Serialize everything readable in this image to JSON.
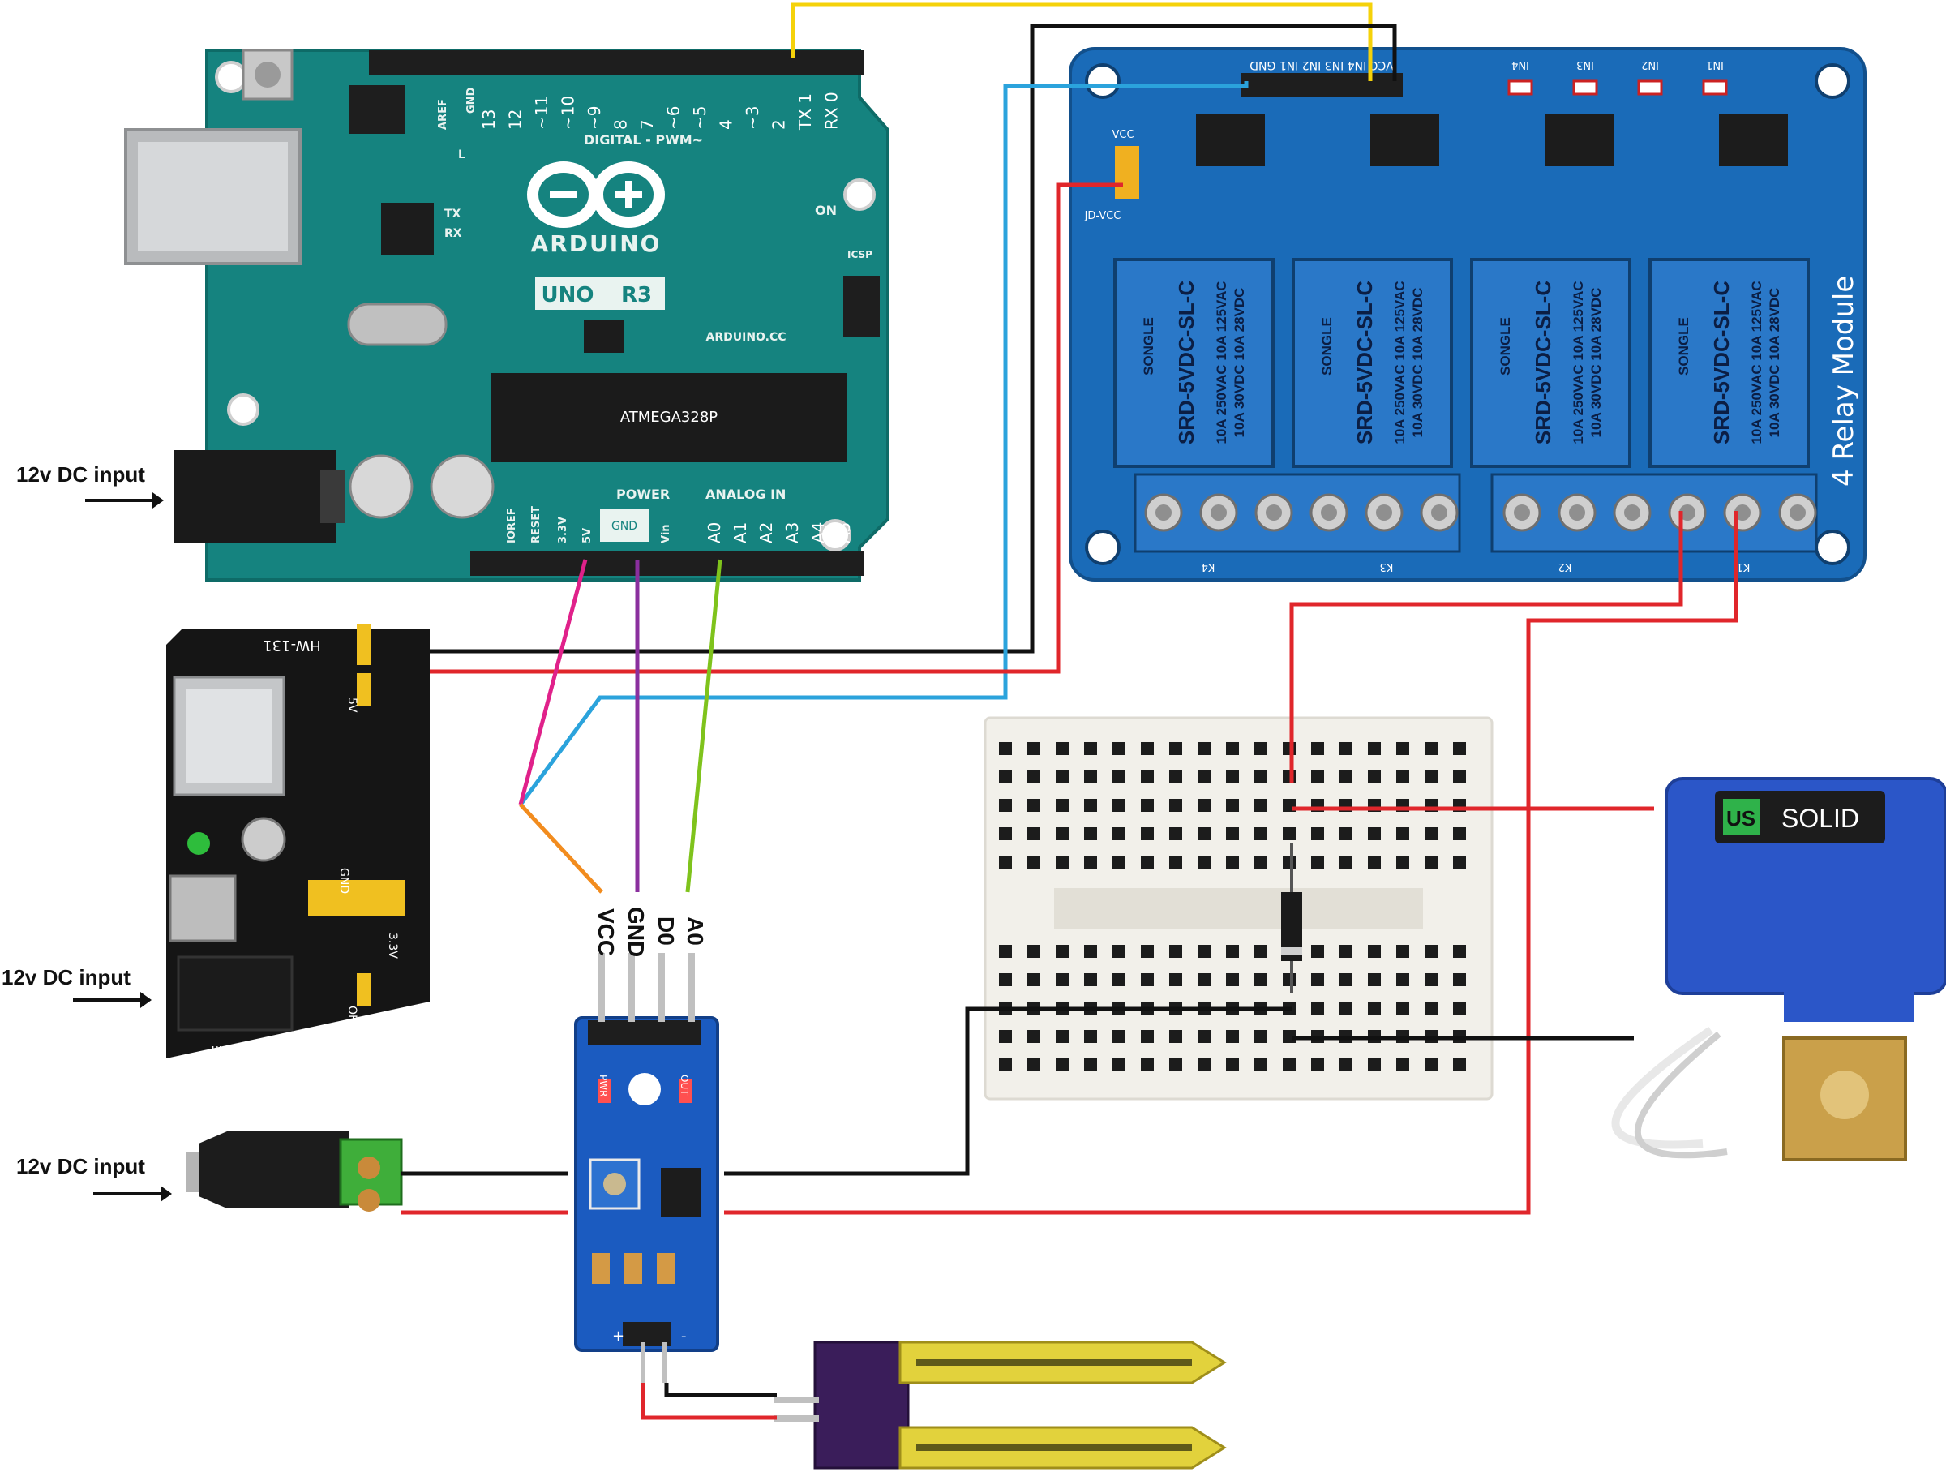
{
  "labels": {
    "dc_input_1": "12v DC input",
    "dc_input_2": "12v DC input",
    "dc_input_3": "12v DC input",
    "sensor_vcc": "VCC",
    "sensor_gnd": "GND",
    "sensor_d0": "D0",
    "sensor_a0": "A0"
  },
  "arduino": {
    "brand": "ARDUINO",
    "model_uno": "UNO",
    "model_r3": "R3",
    "site": "ARDUINO.CC",
    "digital_label": "DIGITAL - PWM~",
    "power_label": "POWER",
    "analog_label": "ANALOG IN",
    "on_label": "ON",
    "icsp_label": "ICSP",
    "tx_label": "TX",
    "rx_label": "RX",
    "l_label": "L",
    "aref_label": "AREF",
    "gnd_label": "GND",
    "reset_label": "RESET",
    "ioref_label": "IOREF",
    "v33_label": "3.3V",
    "v5_label": "5V",
    "vin_label": "Vin",
    "chip_label": "ATMEGA328P",
    "digital_pins": [
      "13",
      "12",
      "~11",
      "~10",
      "~9",
      "8",
      "7",
      "~6",
      "~5",
      "4",
      "~3",
      "2",
      "TX 1",
      "RX 0"
    ],
    "analog_pins": [
      "A0",
      "A1",
      "A2",
      "A3",
      "A4",
      "A5"
    ]
  },
  "relay": {
    "title": "4 Relay Module",
    "header_pins": "VCC IN4 IN3 IN2 IN1 GND",
    "jd_vcc": "JD-VCC",
    "vcc": "VCC",
    "in_leds": [
      "IN4",
      "IN3",
      "IN2",
      "IN1"
    ],
    "relay_brand": "SONGLE",
    "relay_model": "SRD-5VDC-SL-C",
    "relay_rating_1": "10A 250VAC 10A 125VAC",
    "relay_rating_2": "10A 30VDC 10A 28VDC",
    "terminal_labels": [
      "K4",
      "K3",
      "K2",
      "K1"
    ]
  },
  "power_module": {
    "model": "HW-131",
    "gnd": "GND",
    "v5": "5V",
    "v33": "3.3V",
    "off": "OFF",
    "dcin": "DC-in"
  },
  "sensor_board": {
    "pwr": "PWR",
    "out": "OUT",
    "plus": "+",
    "minus": "-"
  },
  "valve": {
    "brand_us": "US",
    "brand_solid": "SOLID"
  },
  "colors": {
    "arduino_pcb": "#15837f",
    "relay_pcb": "#1a6bb8",
    "relay_block": "#2a78c8",
    "power_pcb": "#151515",
    "sensor_pcb": "#1b5bc0",
    "breadboard": "#f2f0ea",
    "wire_red": "#e0262b",
    "wire_black": "#111111",
    "wire_yellow": "#f5d20a",
    "wire_blue": "#2ba3dc",
    "wire_magenta": "#e0218a",
    "wire_purple": "#8a2f9e",
    "wire_green": "#7fc31c",
    "wire_orange": "#f28c1e",
    "valve_blue": "#2b56c8",
    "valve_brass": "#caa04a"
  },
  "icons": {
    "arrow": "right-arrow-icon",
    "diode": "diode-icon",
    "usb": "usb-port-icon",
    "barrel_jack": "dc-jack-icon"
  }
}
